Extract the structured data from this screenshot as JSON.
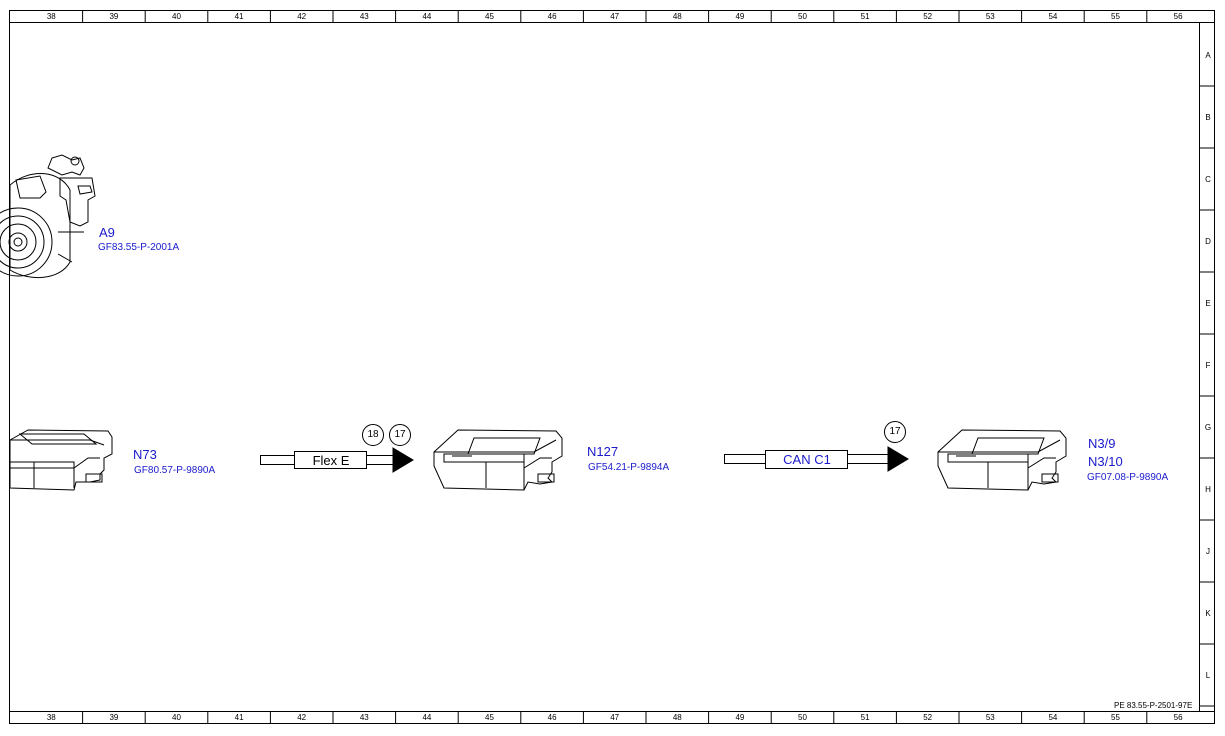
{
  "grid": {
    "columns": [
      "38",
      "39",
      "40",
      "41",
      "42",
      "43",
      "44",
      "45",
      "46",
      "47",
      "48",
      "49",
      "50",
      "51",
      "52",
      "53",
      "54",
      "55",
      "56"
    ],
    "rows": [
      "A",
      "B",
      "C",
      "D",
      "E",
      "F",
      "G",
      "H",
      "J",
      "K",
      "L"
    ]
  },
  "components": {
    "a9": {
      "code": "A9",
      "ref": "GF83.55-P-2001A"
    },
    "n73": {
      "code": "N73",
      "ref": "GF80.57-P-9890A"
    },
    "n127": {
      "code": "N127",
      "ref": "GF54.21-P-9894A"
    },
    "n3": {
      "code1": "N3/9",
      "code2": "N3/10",
      "ref": "GF07.08-P-9890A"
    }
  },
  "buses": {
    "flex": {
      "label": "Flex E",
      "circles": [
        "18",
        "17"
      ]
    },
    "can": {
      "label": "CAN C1",
      "circles": [
        "17"
      ]
    }
  },
  "document_ref": "PE 83.55-P-2501-97E",
  "colors": {
    "component_text": "#1a1acc",
    "can_text": "#1a1acc",
    "lines": "#000000"
  }
}
